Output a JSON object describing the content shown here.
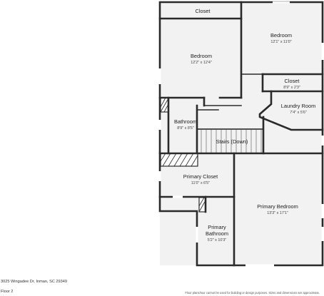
{
  "rooms": {
    "closet_top": {
      "name": "Closet"
    },
    "bedroom_right": {
      "name": "Bedroom",
      "dims": "12'1\" x 11'0\""
    },
    "bedroom_left": {
      "name": "Bedroom",
      "dims": "12'2\" x 12'4\""
    },
    "closet_right": {
      "name": "Closet",
      "dims": "8'9\" x 2'3\""
    },
    "laundry": {
      "name": "Laundry Room",
      "dims": "7'4\" x 5'6\""
    },
    "bathroom": {
      "name": "Bathroom",
      "dims": "8'9\" x 8'5\""
    },
    "stairs": {
      "name": "Stairs (Down)"
    },
    "primary_closet": {
      "name": "Primary Closet",
      "dims": "11'0\" x 6'5\""
    },
    "primary_bedroom": {
      "name": "Primary Bedroom",
      "dims": "13'3\" x 17'1\""
    },
    "primary_bath_line1": {
      "name": "Primary"
    },
    "primary_bath": {
      "name": "Bathroom",
      "dims": "5'2\" x 10'3\""
    }
  },
  "footer": {
    "address": "3025 Wingadee Dr, Inman, SC 29349",
    "floor": "Floor 2",
    "disclaimer": "Floor plans/tour cannot be used for building or design purposes. Sizes and dimensions are approximate."
  },
  "colors": {
    "wall": "#2a2a2a",
    "floor_fill": "#f2f2f2",
    "background": "#ffffff"
  }
}
